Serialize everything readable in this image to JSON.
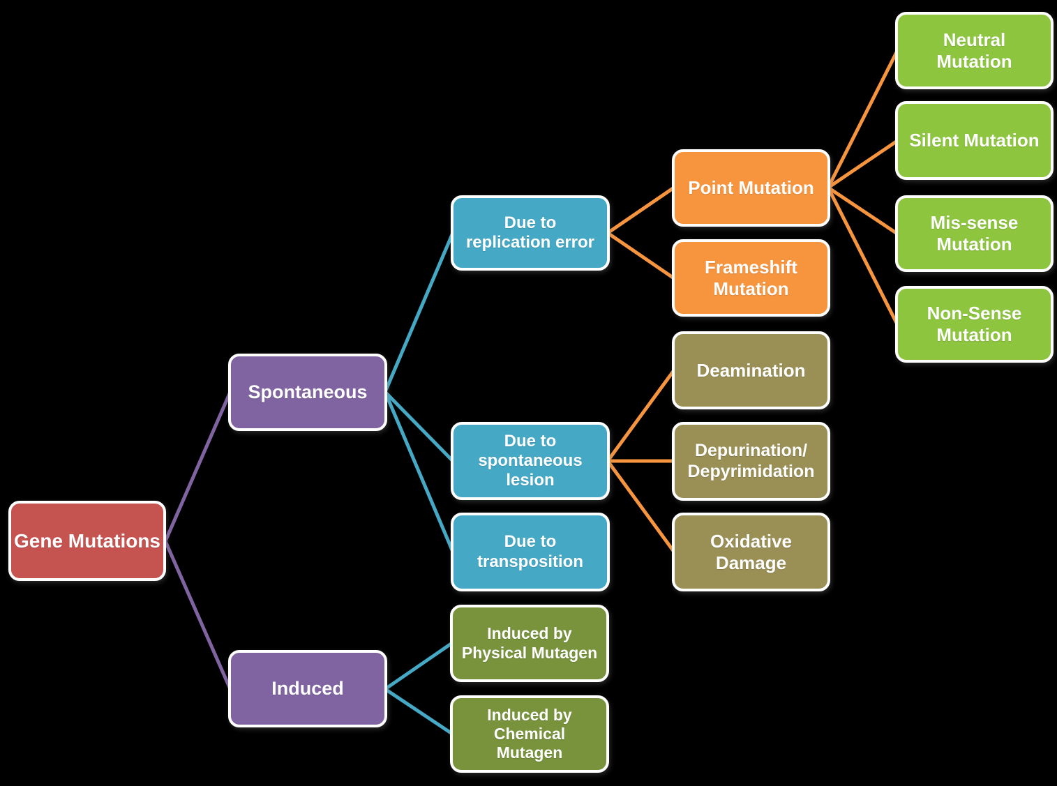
{
  "diagram": {
    "title": "Gene Mutations classification hierarchy",
    "canvas": {
      "background": "#000000"
    },
    "colors": {
      "red": "#C5534F",
      "purple": "#8064A2",
      "teal": "#45A9C6",
      "orange": "#F7953F",
      "green": "#8DC63E",
      "olive": "#9A8F55",
      "oliveGreen": "#78933C"
    },
    "nodes": {
      "root": {
        "label": "Gene Mutations",
        "color": "red"
      },
      "spontaneous": {
        "label": "Spontaneous",
        "color": "purple"
      },
      "induced": {
        "label": "Induced",
        "color": "purple"
      },
      "replication": {
        "label": "Due to\nreplication error",
        "color": "teal"
      },
      "lesion": {
        "label": "Due to\nspontaneous\nlesion",
        "color": "teal"
      },
      "transposition": {
        "label": "Due to\ntransposition",
        "color": "teal"
      },
      "point": {
        "label": "Point Mutation",
        "color": "orange"
      },
      "frameshift": {
        "label": "Frameshift\nMutation",
        "color": "orange"
      },
      "deamination": {
        "label": "Deamination",
        "color": "olive"
      },
      "depurination": {
        "label": "Depurination/\nDepyrimidation",
        "color": "olive"
      },
      "oxidative": {
        "label": "Oxidative\nDamage",
        "color": "olive"
      },
      "neutral": {
        "label": "Neutral\nMutation",
        "color": "green"
      },
      "silent": {
        "label": "Silent Mutation",
        "color": "green"
      },
      "missense": {
        "label": "Mis-sense\nMutation",
        "color": "green"
      },
      "nonsense": {
        "label": "Non-Sense\nMutation",
        "color": "green"
      },
      "physical": {
        "label": "Induced by\nPhysical Mutagen",
        "color": "oliveGreen"
      },
      "chemical": {
        "label": "Induced by\nChemical\nMutagen",
        "color": "oliveGreen"
      }
    },
    "edges": [
      {
        "from": "root",
        "to": "spontaneous",
        "color": "purple"
      },
      {
        "from": "root",
        "to": "induced",
        "color": "purple"
      },
      {
        "from": "spontaneous",
        "to": "replication",
        "color": "teal"
      },
      {
        "from": "spontaneous",
        "to": "lesion",
        "color": "teal"
      },
      {
        "from": "spontaneous",
        "to": "transposition",
        "color": "teal"
      },
      {
        "from": "induced",
        "to": "physical",
        "color": "teal"
      },
      {
        "from": "induced",
        "to": "chemical",
        "color": "teal"
      },
      {
        "from": "replication",
        "to": "point",
        "color": "orange"
      },
      {
        "from": "replication",
        "to": "frameshift",
        "color": "orange"
      },
      {
        "from": "lesion",
        "to": "deamination",
        "color": "orange"
      },
      {
        "from": "lesion",
        "to": "depurination",
        "color": "orange"
      },
      {
        "from": "lesion",
        "to": "oxidative",
        "color": "orange"
      },
      {
        "from": "point",
        "to": "neutral",
        "color": "orange"
      },
      {
        "from": "point",
        "to": "silent",
        "color": "orange"
      },
      {
        "from": "point",
        "to": "missense",
        "color": "orange"
      },
      {
        "from": "point",
        "to": "nonsense",
        "color": "orange"
      }
    ]
  }
}
